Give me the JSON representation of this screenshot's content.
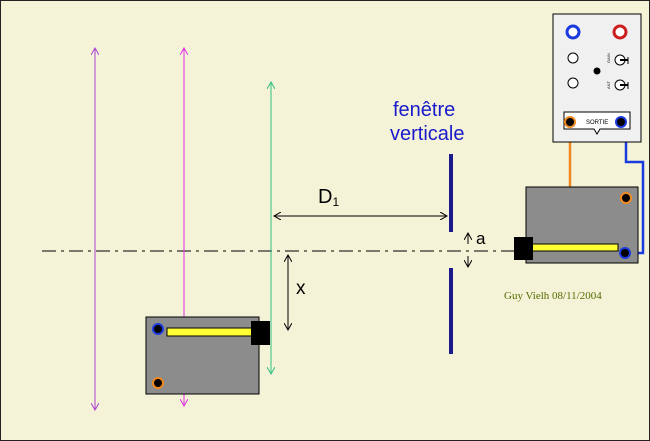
{
  "labels": {
    "window_title_line1": "fenêtre",
    "window_title_line2": "verticale",
    "distance_label": "D",
    "distance_subscript": "1",
    "offset_label": "x",
    "slit_label": "a",
    "credit": "Guy Vielh 08/11/2004"
  },
  "device": {
    "output_label": "SORTIE",
    "switch_label_1": "GAIN",
    "switch_label_2": "ANT"
  },
  "colors": {
    "background": "#f4f3d8",
    "slit": "#1a1a8a",
    "title_text": "#1a1acc",
    "credit_text": "#556b00",
    "ray_violet": "#b040d0",
    "ray_magenta": "#e030e0",
    "ray_green": "#30c080",
    "orange_wire": "#f08820",
    "blue_wire": "#1a3ae0",
    "sensor_body": "#8c8c8c",
    "sensor_strip": "#ffff33"
  }
}
